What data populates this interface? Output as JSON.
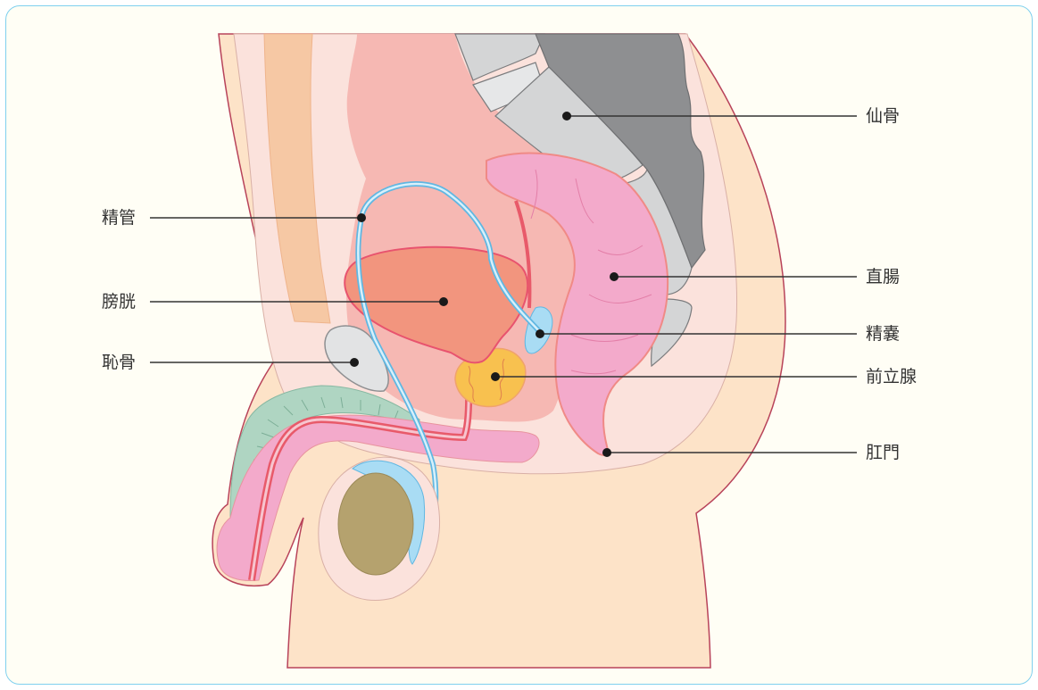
{
  "labels": {
    "sacrum": "仙骨",
    "vas_deferens": "精管",
    "rectum": "直腸",
    "bladder": "膀胱",
    "seminal_vesicle": "精嚢",
    "pubic_bone": "恥骨",
    "prostate": "前立腺",
    "anus": "肛門"
  },
  "colors": {
    "frame_border": "#7fd0ee",
    "background": "#fffef5",
    "skin": "#fde3c8",
    "tissue": "#fbe2dc",
    "bladder": "#f2957e",
    "rectum": "#f3aacb",
    "bone": "#d4d5d6",
    "vas_deferens": "#a9dcf4",
    "prostate": "#f8c14f",
    "testis": "#b5a26e",
    "corpus_spongiosum": "#afd5c2",
    "urethra": "#e85a6a"
  }
}
